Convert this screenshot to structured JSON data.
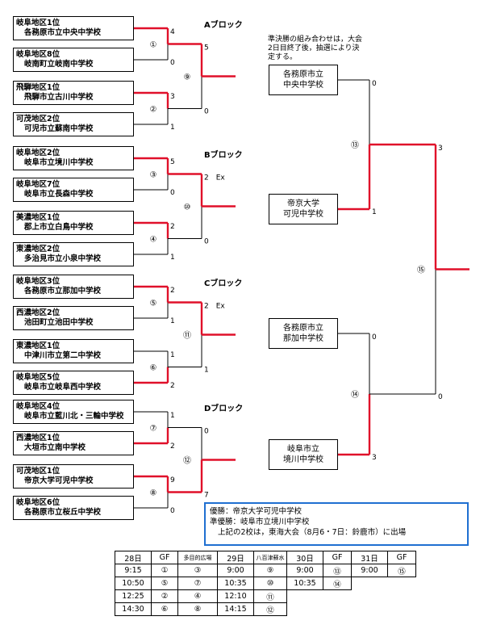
{
  "colors": {
    "win_line": "#e0102a",
    "line": "#000000",
    "summary_border": "#1f6fd1"
  },
  "blocks": [
    {
      "label": "Aブロック",
      "teams": [
        {
          "district": "岐阜地区1位",
          "school": "各務原市立中央中学校"
        },
        {
          "district": "岐阜地区8位",
          "school": "岐南町立岐南中学校"
        },
        {
          "district": "飛騨地区1位",
          "school": "飛騨市立古川中学校"
        },
        {
          "district": "可茂地区2位",
          "school": "可児市立蘇南中学校"
        }
      ],
      "matches": [
        {
          "no": "①",
          "top_score": "4",
          "bot_score": "0"
        },
        {
          "no": "②",
          "top_score": "3",
          "bot_score": "1"
        },
        {
          "no": "⑨",
          "top_score": "5",
          "bot_score": "0"
        }
      ]
    },
    {
      "label": "Bブロック",
      "teams": [
        {
          "district": "岐阜地区2位",
          "school": "岐阜市立境川中学校"
        },
        {
          "district": "岐阜地区7位",
          "school": "岐阜市立長森中学校"
        },
        {
          "district": "美濃地区1位",
          "school": "郡上市立白鳥中学校"
        },
        {
          "district": "東濃地区2位",
          "school": "多治見市立小泉中学校"
        }
      ],
      "matches": [
        {
          "no": "③",
          "top_score": "5",
          "bot_score": "0"
        },
        {
          "no": "④",
          "top_score": "2",
          "bot_score": "1"
        },
        {
          "no": "⑩",
          "top_score": "2　Ex",
          "bot_score": "0"
        }
      ]
    },
    {
      "label": "Cブロック",
      "teams": [
        {
          "district": "岐阜地区3位",
          "school": "各務原市立那加中学校"
        },
        {
          "district": "西濃地区2位",
          "school": "池田町立池田中学校"
        },
        {
          "district": "東濃地区1位",
          "school": "中津川市立第二中学校"
        },
        {
          "district": "岐阜地区5位",
          "school": "岐阜市立岐阜西中学校"
        }
      ],
      "matches": [
        {
          "no": "⑤",
          "top_score": "2",
          "bot_score": "1"
        },
        {
          "no": "⑥",
          "top_score": "1",
          "bot_score": "2"
        },
        {
          "no": "⑪",
          "top_score": "2　Ex",
          "bot_score": "1"
        }
      ]
    },
    {
      "label": "Dブロック",
      "teams": [
        {
          "district": "岐阜地区4位",
          "school": "岐阜市立藍川北・三輪中学校"
        },
        {
          "district": "西濃地区1位",
          "school": "大垣市立南中学校"
        },
        {
          "district": "可茂地区1位",
          "school": "帝京大学可児中学校"
        },
        {
          "district": "岐阜地区6位",
          "school": "各務原市立桜丘中学校"
        }
      ],
      "matches": [
        {
          "no": "⑦",
          "top_score": "1",
          "bot_score": "2"
        },
        {
          "no": "⑧",
          "top_score": "9",
          "bot_score": "0"
        },
        {
          "no": "⑫",
          "top_score": "0",
          "bot_score": "7"
        }
      ]
    }
  ],
  "note": "準決勝の組み合わせは，大会2日目終了後，抽選により決定する。",
  "finals": {
    "teams": [
      {
        "line1": "各務原市立",
        "line2": "中央中学校"
      },
      {
        "line1": "帝京大学",
        "line2": "可児中学校"
      },
      {
        "line1": "各務原市立",
        "line2": "那加中学校"
      },
      {
        "line1": "岐阜市立",
        "line2": "境川中学校"
      }
    ],
    "semis": [
      {
        "no": "⑬",
        "top_score": "0",
        "bot_score": "1"
      },
      {
        "no": "⑭",
        "top_score": "0",
        "bot_score": "3"
      }
    ],
    "final": {
      "no": "⑮",
      "top_score": "3",
      "bot_score": "0"
    }
  },
  "summary": {
    "winner": "優勝：帝京大学可児中学校",
    "runner_up": "準優勝：岐阜市立境川中学校",
    "advance": "上記の2校は，東海大会（8月6・7日：鈴鹿市）に出場"
  },
  "schedule": {
    "header": [
      "28日",
      "GF",
      "多目的広場",
      "29日",
      "八百津蘇水",
      "30日",
      "GF",
      "31日",
      "GF"
    ],
    "rows": [
      [
        "9:15",
        "①",
        "③",
        "9:00",
        "⑨",
        "9:00",
        "⑬",
        "9:00",
        "⑮"
      ],
      [
        "10:50",
        "⑤",
        "⑦",
        "10:35",
        "⑩",
        "10:35",
        "⑭",
        "",
        ""
      ],
      [
        "12:25",
        "②",
        "④",
        "12:10",
        "⑪",
        "",
        "",
        "",
        ""
      ],
      [
        "14:30",
        "⑥",
        "⑧",
        "14:15",
        "⑫",
        "",
        "",
        "",
        ""
      ]
    ]
  }
}
